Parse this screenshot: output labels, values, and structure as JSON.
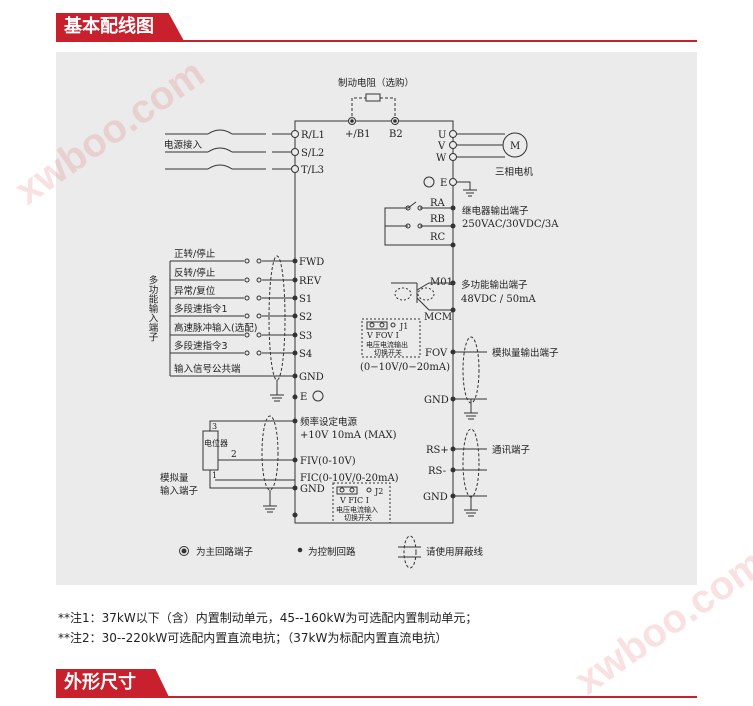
{
  "sections": {
    "wiring_title": "基本配线图",
    "dimensions_title": "外形尺寸"
  },
  "watermark": "xwboo.com",
  "diagram": {
    "brake_resistor": "制动电阻（选购）",
    "top_terminals": [
      "+/B1",
      "B2"
    ],
    "power_in": "电源接入",
    "main_in": [
      "R/L1",
      "S/L2",
      "T/L3"
    ],
    "main_out": [
      "U",
      "V",
      "W"
    ],
    "motor": "M",
    "motor_label": "三相电机",
    "earth": "E",
    "relay_terms": [
      "RA",
      "RB",
      "RC"
    ],
    "relay_label": [
      "继电器输出端子",
      "250VAC/30VDC/3A"
    ],
    "inputs_title": "多功能输入端子",
    "inputs": [
      {
        "label": "正转/停止",
        "term": "FWD"
      },
      {
        "label": "反转/停止",
        "term": "REV"
      },
      {
        "label": "异常/复位",
        "term": "S1"
      },
      {
        "label": "多段速指令1",
        "term": "S2"
      },
      {
        "label": "高速脉冲输入(选配)",
        "term": "S3"
      },
      {
        "label": "多段速指令3",
        "term": "S4"
      },
      {
        "label": "输入信号公共端",
        "term": "GND"
      }
    ],
    "mo_terms": [
      "M01",
      "MCM"
    ],
    "mo_label": [
      "多功能输出端子",
      "48VDC / 50mA"
    ],
    "j1": {
      "name": "J1",
      "pins": "V FOV I",
      "desc1": "电压电流输出",
      "desc2": "切换开关",
      "range": "(0−10V/0−20mA)"
    },
    "fov": "FOV",
    "fov_label": "模拟量输出端子",
    "gnd": "GND",
    "freq_src": [
      "频率设定电源",
      "+10V  10mA (MAX)"
    ],
    "pot": "电位器",
    "pot_pins": [
      "3",
      "2",
      "1"
    ],
    "fiv": "FIV(0-10V)",
    "fic": "FIC(0-10V/0-20mA)",
    "analog_in": [
      "模拟量",
      "输入端子"
    ],
    "j2": {
      "name": "J2",
      "pins": "V FIC I",
      "desc1": "电压电流输入",
      "desc2": "切换开关"
    },
    "rs": [
      "RS+",
      "RS-"
    ],
    "comm_label": "通讯端子",
    "legend": [
      "为主回路端子",
      "为控制回路",
      "请使用屏蔽线"
    ]
  },
  "notes": [
    "**注1：37kW以下（含）内置制动单元，45--160kW为可选配内置制动单元；",
    "**注2：30--220kW可选配内置直流电抗；（37kW为标配内置直流电抗）"
  ]
}
